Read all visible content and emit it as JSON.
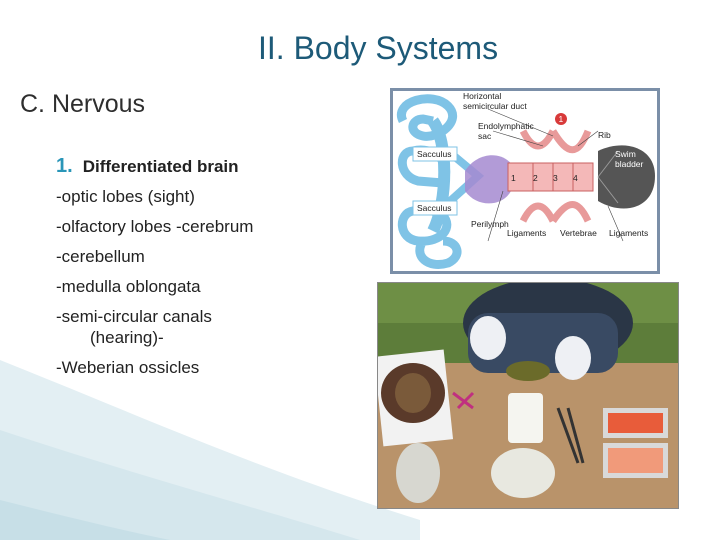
{
  "slide": {
    "title": "II. Body Systems",
    "subtitle": "C. Nervous"
  },
  "list": {
    "number": "1.",
    "heading": "Differentiated brain",
    "lines": [
      "-optic lobes (sight)",
      "-olfactory lobes -cerebrum",
      "-cerebellum",
      "-medulla oblongata",
      "-semi-circular canals",
      "(hearing)-",
      "-Weberian ossicles"
    ]
  },
  "diagram": {
    "labels": {
      "horizontal": "Horizontal",
      "semicircular_duct": "semicircular duct",
      "endolymphatic": "Endolymphatic",
      "sac": "sac",
      "marker": "1",
      "rib": "Rib",
      "swim": "Swim",
      "bladder": "bladder",
      "sacculus_top": "Sacculus",
      "sacculus_bottom": "Sacculus",
      "n1": "1",
      "n2": "2",
      "n3": "3",
      "n4": "4",
      "perilymph": "Perilymph",
      "ligaments_left": "Ligaments",
      "vertebrae": "Vertebrae",
      "ligaments_right": "Ligaments"
    },
    "colors": {
      "duct": "#7fc3e6",
      "ossicle": "#f4b8b8",
      "ossicle_stroke": "#c96060",
      "perilymph": "#a58ad0",
      "marker": "#d83a3a"
    }
  }
}
